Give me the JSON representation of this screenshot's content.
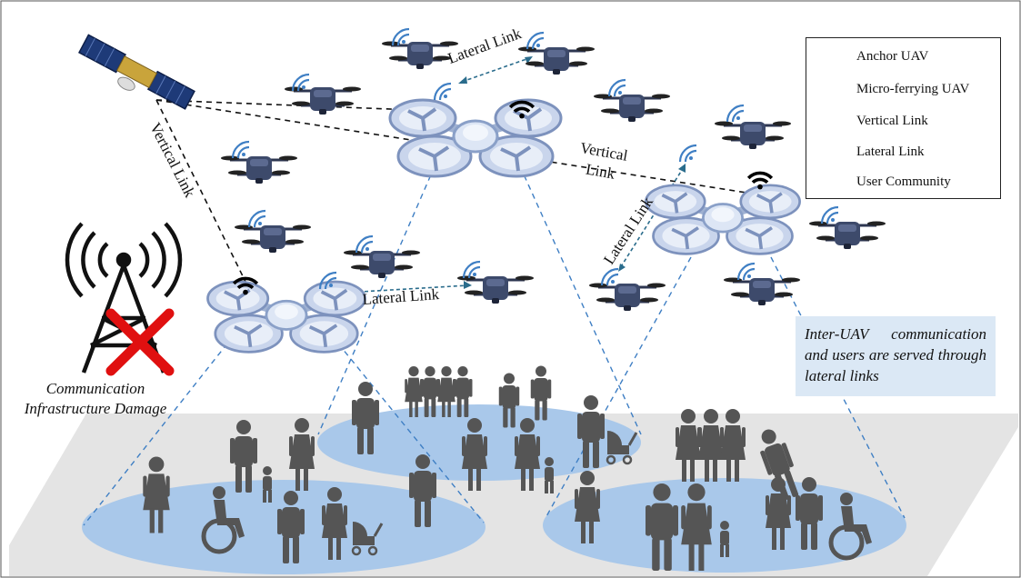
{
  "labels": {
    "lateral_link_top": "Lateral Link",
    "lateral_link_mid": "Lateral Link",
    "lateral_link_right": "Lateral Link",
    "vertical_link_left": "Vertical Link",
    "vertical_link_right": "Vertical\nLink"
  },
  "infrastructure_label": "Communication Infrastructure Damage",
  "callout_text": "Inter-UAV communication and users are served through lateral links",
  "legend": {
    "items": [
      {
        "label": "Anchor UAV",
        "icon": "anchor-uav-icon"
      },
      {
        "label": "Micro-ferrying UAV",
        "icon": "micro-uav-icon"
      },
      {
        "label": "Vertical Link",
        "icon": "vertical-link-icon"
      },
      {
        "label": "Lateral Link",
        "icon": "lateral-link-icon"
      },
      {
        "label": "User Community",
        "icon": "user-community-icon"
      }
    ]
  },
  "colors": {
    "uav_body": "#3d4a6b",
    "anchor_body": "#cdd8ec",
    "community": "#a9c8ea",
    "ground": "#e2e2e2",
    "dashed_blue": "#3f7fc4",
    "cross": "#e01010",
    "person": "#555555"
  }
}
